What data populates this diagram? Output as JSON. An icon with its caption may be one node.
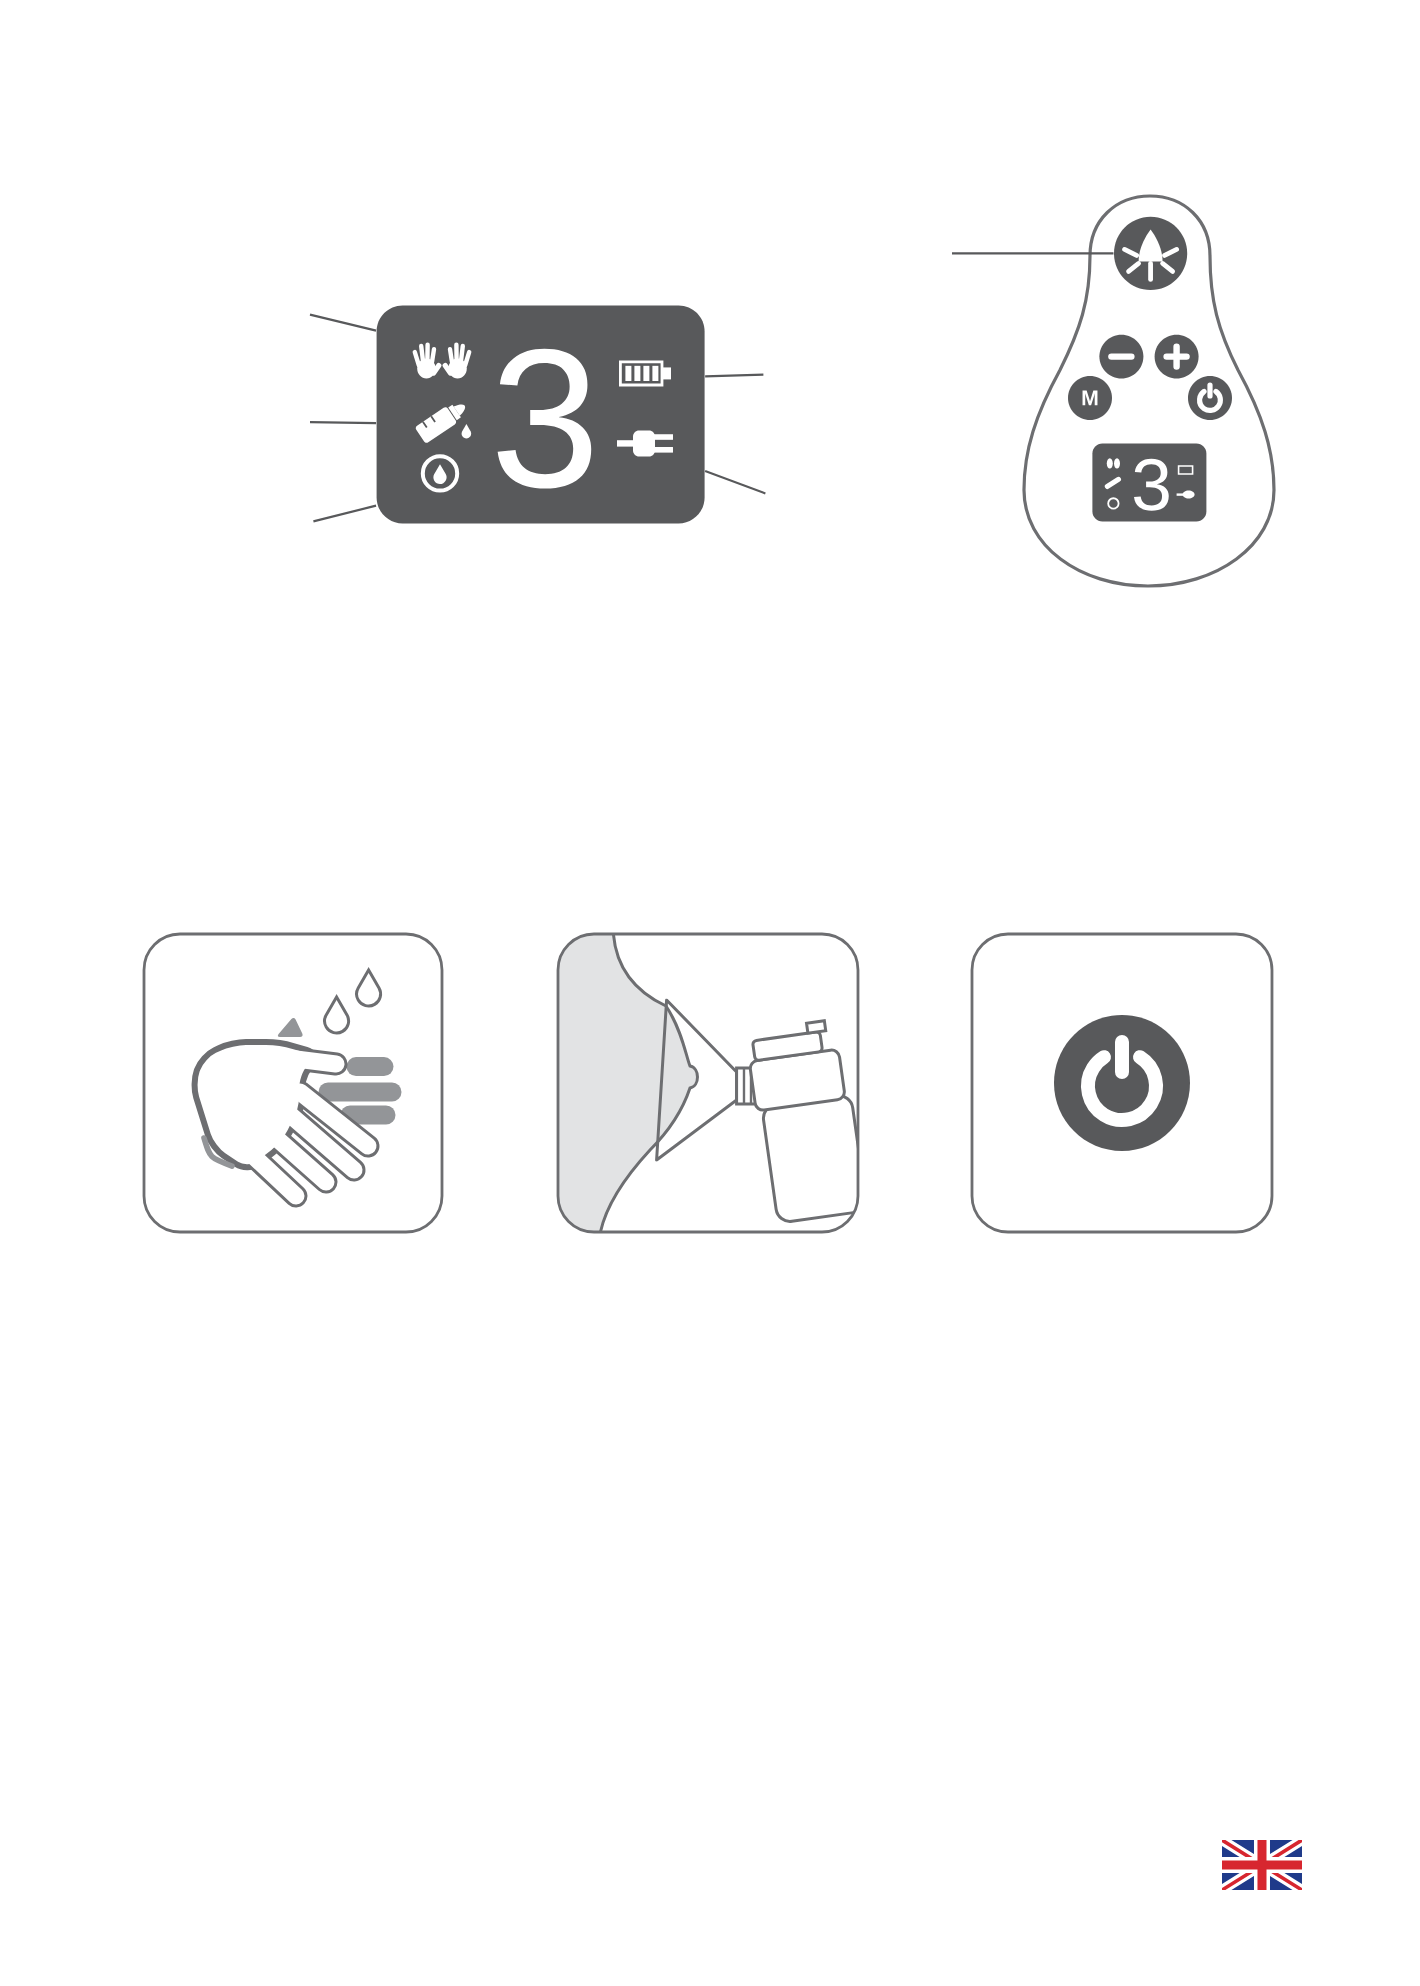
{
  "diagram": {
    "nodes": [
      {
        "text": [
          "3"
        ]
      },
      {
        "text": [],
        "shape": "picture"
      },
      {
        "text": [],
        "shape": "circle",
        "in": 1
      },
      {
        "text": [],
        "shape": "circle",
        "in": 1
      },
      {
        "text": [],
        "shape": "circle",
        "in": 1
      },
      {
        "text": [
          "M"
        ],
        "in": 1
      },
      {
        "text": [],
        "shape": "circle",
        "in": 1
      },
      {
        "text": [
          "3"
        ],
        "in": 1
      }
    ],
    "edges": [
      {
        "from": null,
        "to": 0,
        "arrow": "none"
      },
      {
        "from": null,
        "to": 0,
        "arrow": "none"
      },
      {
        "from": null,
        "to": 0,
        "arrow": "none"
      },
      {
        "from": null,
        "to": 0,
        "arrow": "none"
      },
      {
        "from": null,
        "to": 0,
        "arrow": "none"
      },
      {
        "from": null,
        "to": 2,
        "arrow": "none"
      }
    ]
  }
}
